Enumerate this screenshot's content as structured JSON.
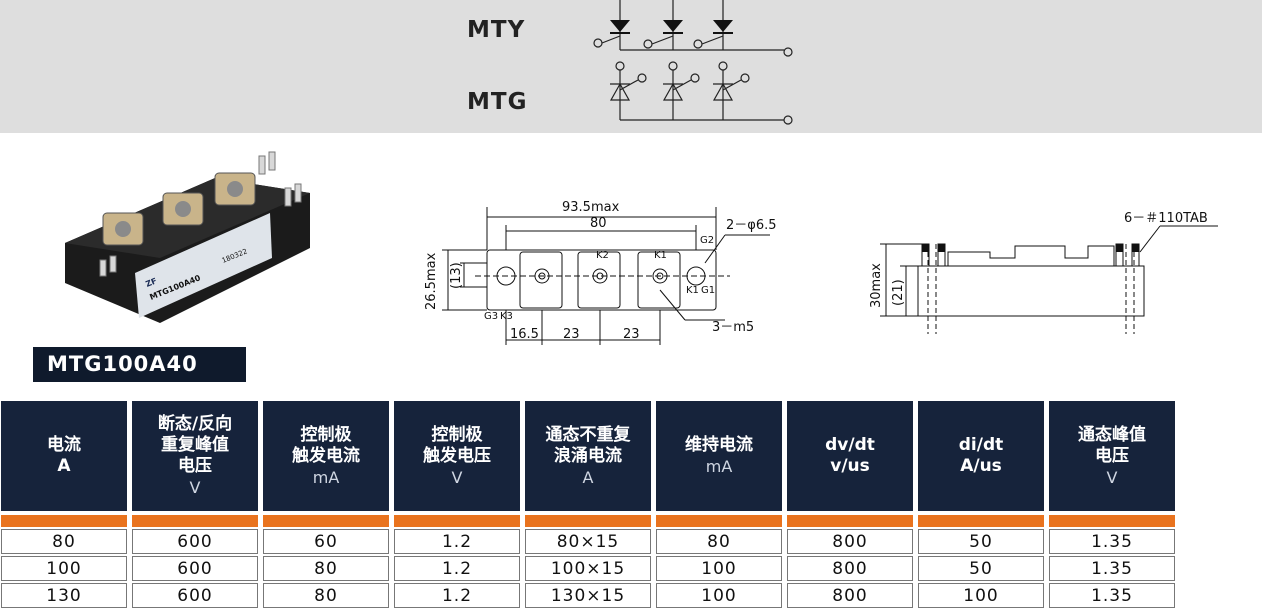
{
  "header": {
    "series": [
      "MTY",
      "MTG"
    ]
  },
  "product": {
    "part_number": "MTG100A40",
    "module_brand": "ZF",
    "module_marking": "MTG100A40",
    "module_code": "180322"
  },
  "drawing_front": {
    "overall_width": "93.5max",
    "hole_pitch": "80",
    "hole_note": "2－φ6.5",
    "height": "26.5max",
    "inner_height": "(13)",
    "screw_note": "3－m5",
    "spacing_1": "16.5",
    "spacing_2": "23",
    "spacing_3": "23",
    "pin_labels": [
      "K2",
      "K1",
      "G2",
      "K1",
      "G1",
      "G3",
      "K3"
    ]
  },
  "drawing_side": {
    "tab_note": "6－＃110TAB",
    "height": "30max",
    "inner_height": "(21)"
  },
  "table": {
    "headers": [
      {
        "lines": [
          "电流",
          "A"
        ],
        "unit": ""
      },
      {
        "lines": [
          "断态/反向",
          "重复峰值",
          "电压"
        ],
        "unit": "V"
      },
      {
        "lines": [
          "控制极",
          "触发电流"
        ],
        "unit": "mA"
      },
      {
        "lines": [
          "控制极",
          "触发电压"
        ],
        "unit": "V"
      },
      {
        "lines": [
          "通态不重复",
          "浪涌电流"
        ],
        "unit": "A"
      },
      {
        "lines": [
          "维持电流"
        ],
        "unit": "mA"
      },
      {
        "lines": [
          "dv/dt",
          "v/us"
        ],
        "unit": ""
      },
      {
        "lines": [
          "di/dt",
          "A/us"
        ],
        "unit": ""
      },
      {
        "lines": [
          "通态峰值",
          "电压"
        ],
        "unit": "V"
      }
    ],
    "rows": [
      [
        "80",
        "600",
        "60",
        "1.2",
        "80×15",
        "80",
        "800",
        "50",
        "1.35"
      ],
      [
        "100",
        "600",
        "80",
        "1.2",
        "100×15",
        "100",
        "800",
        "50",
        "1.35"
      ],
      [
        "130",
        "600",
        "80",
        "1.2",
        "130×15",
        "100",
        "800",
        "100",
        "1.35"
      ]
    ]
  },
  "colors": {
    "header_bg": "#16233b",
    "accent_bar": "#e9731e",
    "top_band": "#dedede"
  }
}
